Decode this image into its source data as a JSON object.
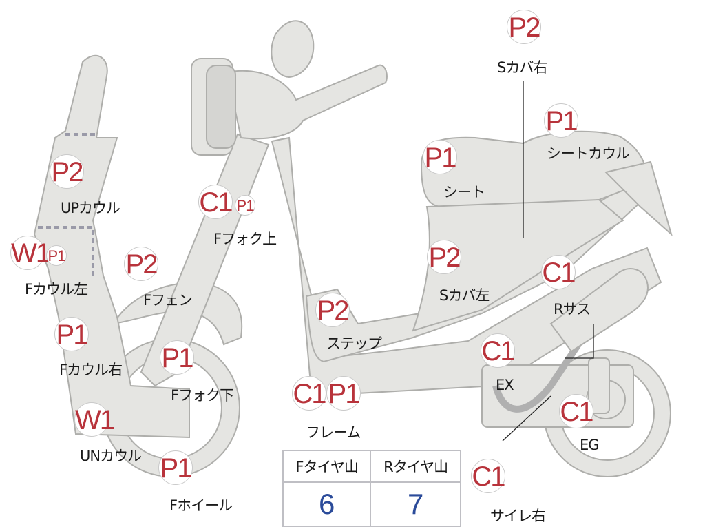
{
  "badges": {
    "p2_s_cover_right": "P2",
    "p1_seat_cowl": "P1",
    "p1_seat": "P1",
    "p2_up_cowl": "P2",
    "c1_front_fork_upper": "C1",
    "p1_front_fork_upper": "P1",
    "w1_front_cowl_left": "W1",
    "p1_front_cowl_left": "P1",
    "p2_front_fender": "P2",
    "p2_s_cover_left": "P2",
    "c1_rear_suspension": "C1",
    "p2_step": "P2",
    "p1_front_cowl_right": "P1",
    "p1_front_fork_lower": "P1",
    "c1_exhaust": "C1",
    "c1_frame": "C1",
    "p1_frame": "P1",
    "c1_engine": "C1",
    "w1_under_cowl": "W1",
    "p1_front_wheel": "P1",
    "c1_silencer_right": "C1"
  },
  "labels": {
    "s_cover_right": "Sカバ右",
    "seat_cowl": "シートカウル",
    "seat": "シート",
    "up_cowl": "UPカウル",
    "front_fork_upper": "Fフォク上",
    "front_cowl_left": "Fカウル左",
    "front_fender": "Fフェン",
    "s_cover_left": "Sカバ左",
    "rear_suspension": "Rサス",
    "step": "ステップ",
    "front_cowl_right": "Fカウル右",
    "front_fork_lower": "Fフォク下",
    "exhaust": "EX",
    "frame": "フレーム",
    "engine": "EG",
    "under_cowl": "UNカウル",
    "front_wheel": "Fホイール",
    "silencer_right": "サイレ右"
  },
  "tread_table": {
    "front_header": "Fタイヤ山",
    "rear_header": "Rタイヤ山",
    "front_value": "6",
    "rear_value": "7"
  },
  "colors": {
    "badge_text": "#b8333b",
    "table_value": "#2b4b9a",
    "part_fill": "#e5e5e2"
  }
}
